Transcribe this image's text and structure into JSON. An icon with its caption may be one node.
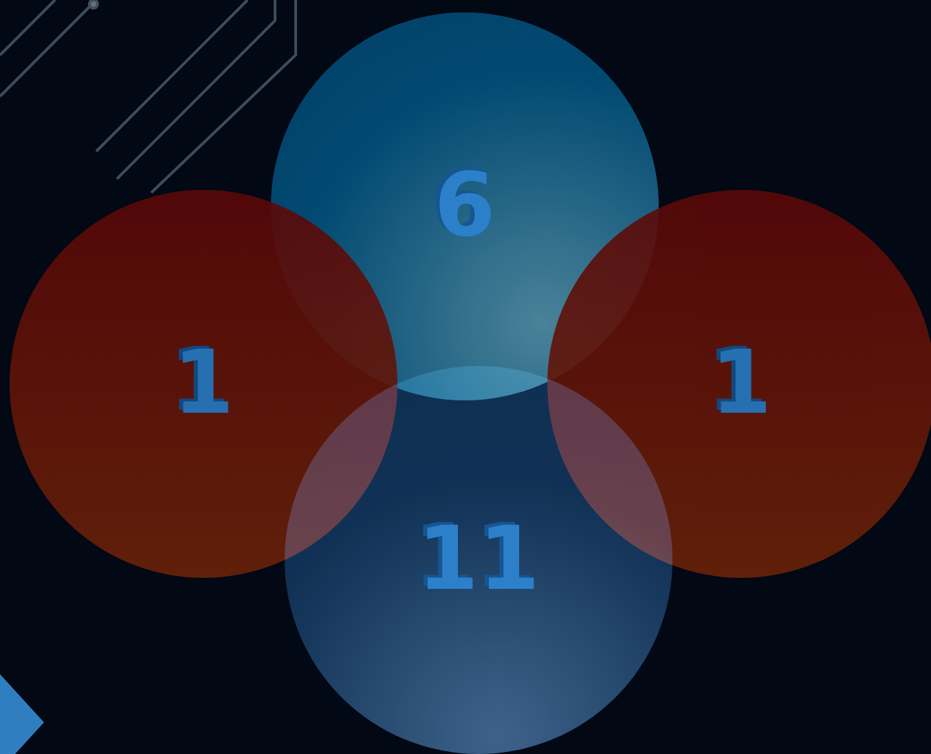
{
  "diagram": {
    "nodes": [
      {
        "text": [
          "6"
        ]
      },
      {
        "text": [
          "1"
        ]
      },
      {
        "text": [
          "1"
        ]
      },
      {
        "text": [
          "11"
        ]
      }
    ]
  }
}
